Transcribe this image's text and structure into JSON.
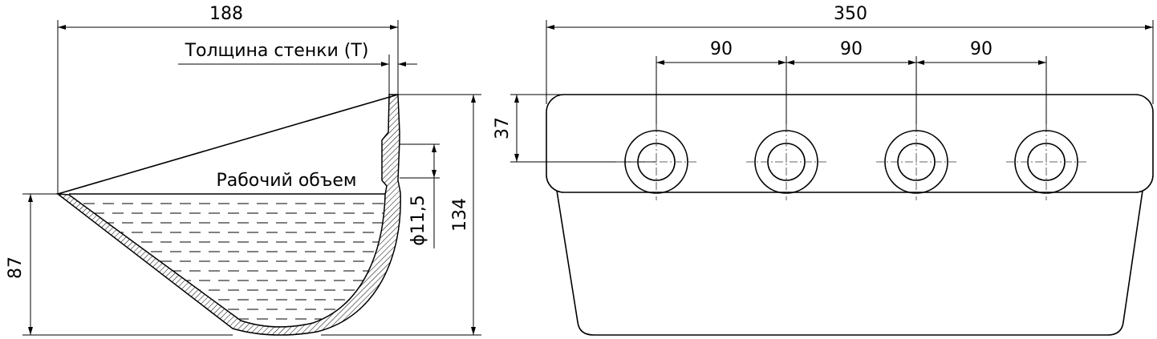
{
  "side_view": {
    "dim_width": "188",
    "wall_thickness_label": "Толщина стенки (Т)",
    "working_volume_label": "Рабочий объем",
    "dim_hole_diameter": "ϕ11,5",
    "dim_total_height": "134",
    "dim_fill_height": "87"
  },
  "front_view": {
    "dim_total_width": "350",
    "dim_pitch_1": "90",
    "dim_pitch_2": "90",
    "dim_pitch_3": "90",
    "dim_hole_offset": "37"
  }
}
